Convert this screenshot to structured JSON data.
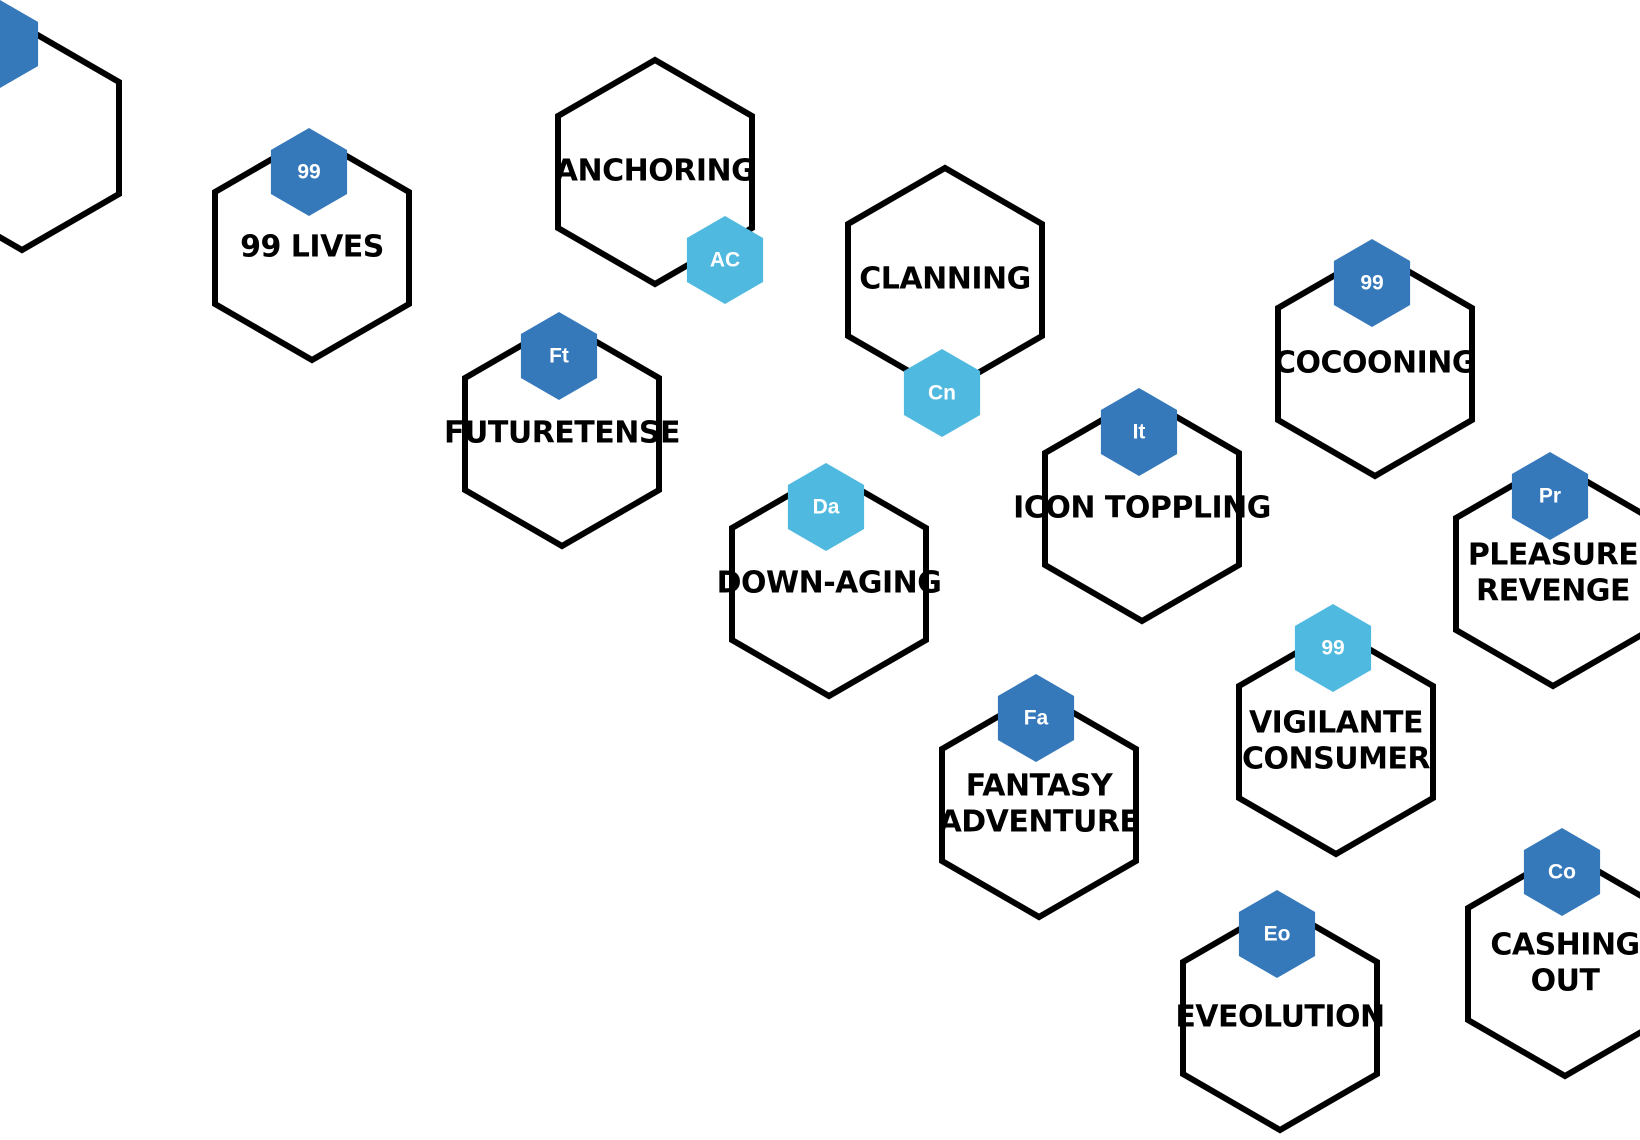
{
  "colors": {
    "outline": "#000000",
    "badge_dark": "#3679bb",
    "badge_light": "#4fb9df"
  },
  "trends": [
    {
      "id": "partial-left",
      "label": [],
      "badge": "",
      "badge_tone": "badge_dark"
    },
    {
      "id": "99-lives",
      "label": [
        "99 LIVES"
      ],
      "badge": "99",
      "badge_tone": "badge_dark"
    },
    {
      "id": "anchoring",
      "label": [
        "ANCHORING"
      ],
      "badge": "AC",
      "badge_tone": "badge_light"
    },
    {
      "id": "futuretense",
      "label": [
        "FUTURETENSE"
      ],
      "badge": "Ft",
      "badge_tone": "badge_dark"
    },
    {
      "id": "clanning",
      "label": [
        "CLANNING"
      ],
      "badge": "Cn",
      "badge_tone": "badge_light"
    },
    {
      "id": "cocooning",
      "label": [
        "COCOONING"
      ],
      "badge": "99",
      "badge_tone": "badge_dark"
    },
    {
      "id": "down-aging",
      "label": [
        "DOWN-AGING"
      ],
      "badge": "Da",
      "badge_tone": "badge_light"
    },
    {
      "id": "icon-toppling",
      "label": [
        "ICON TOPPLING"
      ],
      "badge": "It",
      "badge_tone": "badge_dark"
    },
    {
      "id": "pleasure-revenge",
      "label": [
        "PLEASURE",
        "REVENGE"
      ],
      "badge": "Pr",
      "badge_tone": "badge_dark"
    },
    {
      "id": "vigilante-consumer",
      "label": [
        "VIGILANTE",
        "CONSUMER"
      ],
      "badge": "99",
      "badge_tone": "badge_light"
    },
    {
      "id": "fantasy-adventure",
      "label": [
        "FANTASY",
        "ADVENTURE"
      ],
      "badge": "Fa",
      "badge_tone": "badge_dark"
    },
    {
      "id": "eveolution",
      "label": [
        "EVEOLUTION"
      ],
      "badge": "Eo",
      "badge_tone": "badge_dark"
    },
    {
      "id": "cashing-out",
      "label": [
        "CASHING",
        "OUT"
      ],
      "badge": "Co",
      "badge_tone": "badge_dark"
    }
  ]
}
